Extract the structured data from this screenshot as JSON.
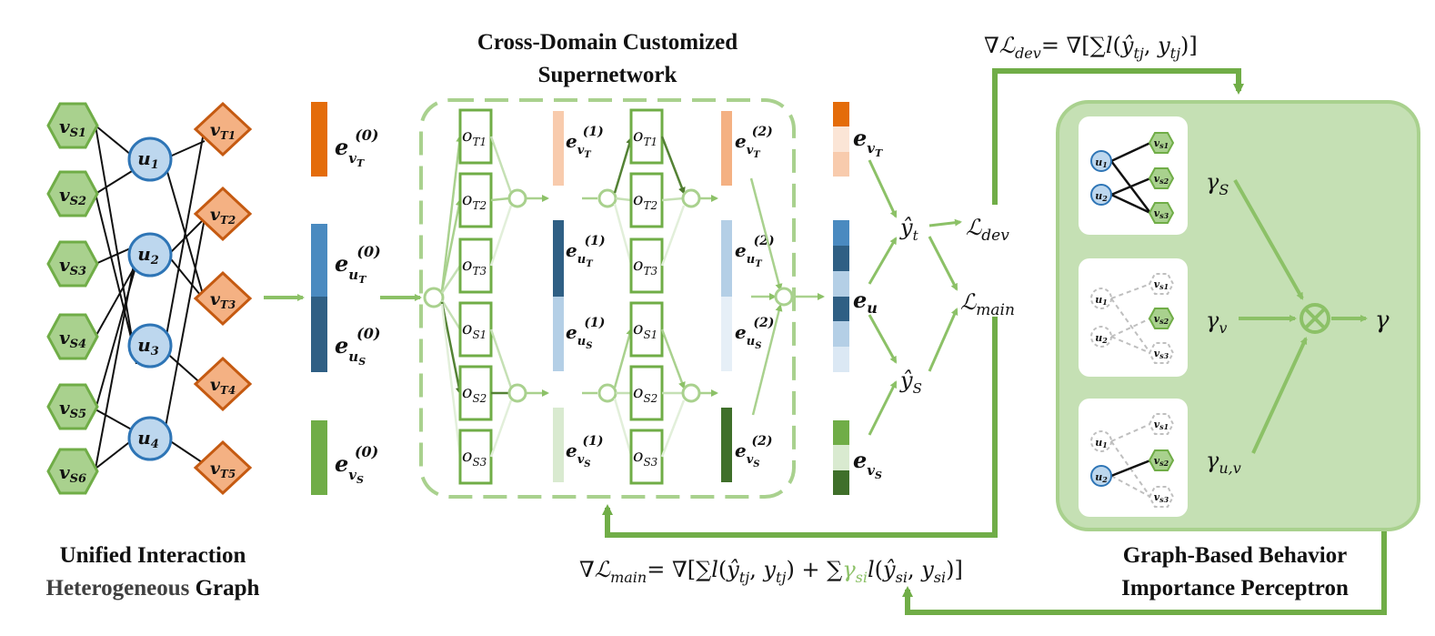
{
  "titles": {
    "graph_line1": "Unified Interaction",
    "graph_line2_a": "Heterogeneous",
    "graph_line2_b": " Graph",
    "supernet_line1": "Cross-Domain Customized",
    "supernet_line2": "Supernetwork",
    "perceptron_line1": "Graph-Based Behavior",
    "perceptron_line2": "Importance Perceptron"
  },
  "graph": {
    "source_items": [
      "vS1",
      "vS2",
      "vS3",
      "vS4",
      "vS5",
      "vS6"
    ],
    "users": [
      "u1",
      "u2",
      "u3",
      "u4"
    ],
    "target_items": [
      "vT1",
      "vT2",
      "vT3",
      "vT4",
      "vT5"
    ]
  },
  "embeddings0": {
    "vT": "e_vT^(0)",
    "uT": "e_uT^(0)",
    "uS": "e_uS^(0)",
    "vS": "e_vS^(0)"
  },
  "operators": [
    "oT1",
    "oT2",
    "oT3",
    "oS1",
    "oS2",
    "oS3"
  ],
  "embeddings1": {
    "vT": "e_vT^(1)",
    "uT": "e_uT^(1)",
    "uS": "e_uS^(1)",
    "vS": "e_vS^(1)"
  },
  "embeddings2": {
    "vT": "e_vT^(2)",
    "uT": "e_uT^(2)",
    "uS": "e_uS^(2)",
    "vS": "e_vS^(2)"
  },
  "final_embeddings": {
    "vT": "e_vT",
    "u": "e_u",
    "vS": "e_vS"
  },
  "predictions": {
    "target": "ŷ_t",
    "source": "ŷ_S"
  },
  "losses": {
    "dev": "ℒ_dev",
    "main": "ℒ_main"
  },
  "gradients": {
    "dev": "∇ℒ_dev = ∇[Σ l(ŷ_tj, y_tj)]",
    "main": "∇ℒ_main = ∇[Σ l(ŷ_tj, y_tj) + Σ γ_si l(ŷ_si, y_si)]"
  },
  "perceptron": {
    "gammas": [
      "γ_S",
      "γ_v",
      "γ_u,v"
    ],
    "output": "γ",
    "subgraph_users": [
      "u1",
      "u2"
    ],
    "subgraph_items": [
      "vs1",
      "vs2",
      "vs3"
    ]
  },
  "colors": {
    "green_dark": "#548235",
    "green_mid": "#70ad47",
    "green_light": "#a9d18e",
    "green_pale": "#c5e0b4",
    "green_panel": "#c5e0b4",
    "hex_fill": "#a9d18e",
    "user_fill": "#bdd7ee",
    "user_stroke": "#2e75b6",
    "orange_fill": "#f4b183",
    "orange_stroke": "#c55a11",
    "orange_dark": "#e46c0a",
    "blue_dark": "#2f5f84",
    "blue_mid": "#4a8ac0",
    "blue_light": "#b4cfe6"
  }
}
